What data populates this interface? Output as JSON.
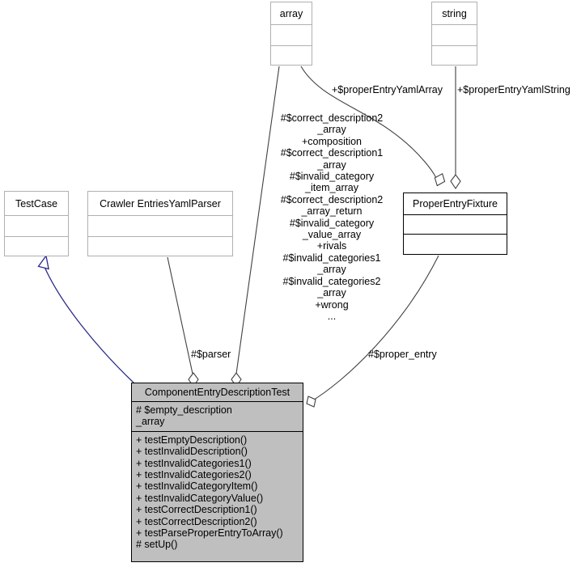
{
  "diagram": {
    "kind": "uml-class-diagram",
    "title": "ComponentEntryDescriptionTest collaboration diagram",
    "colors": {
      "background": "#ffffff",
      "current_class_fill": "#bfbfbf",
      "external_border": "#b0b0b0",
      "node_border": "#000000",
      "inheritance_edge": "#2a2a8c",
      "association_edge": "#404040",
      "text": "#000000"
    }
  },
  "classes": {
    "array": {
      "name": "array",
      "style": "external",
      "compartments": [
        "",
        ""
      ]
    },
    "string": {
      "name": "string",
      "style": "external",
      "compartments": [
        "",
        ""
      ]
    },
    "testcase": {
      "name": "TestCase",
      "style": "external",
      "compartments": [
        "",
        ""
      ]
    },
    "parser": {
      "name": "Crawler EntriesYamlParser",
      "style": "external",
      "compartments": [
        "",
        ""
      ]
    },
    "fixture": {
      "name": "ProperEntryFixture",
      "style": "node",
      "compartments": [
        "",
        ""
      ]
    },
    "current": {
      "name": "ComponentEntryDescriptionTest",
      "style": "current",
      "attributes": "# $empty_description\n_array",
      "operations": "+ testEmptyDescription()\n+ testInvalidDescription()\n+ testInvalidCategories1()\n+ testInvalidCategories2()\n+ testInvalidCategoryItem()\n+ testInvalidCategoryValue()\n+ testCorrectDescription1()\n+ testCorrectDescription2()\n+ testParseProperEntryToArray()\n# setUp()"
    }
  },
  "edge_labels": {
    "proper_entry_yaml_array": "+$properEntryYamlArray",
    "proper_entry_yaml_string": "+$properEntryYamlString",
    "array_to_current": "#$correct_description2\n_array\n+composition\n#$correct_description1\n_array\n#$invalid_category\n_item_array\n#$correct_description2\n_array_return\n#$invalid_category\n_value_array\n+rivals\n#$invalid_categories1\n_array\n#$invalid_categories2\n_array\n+wrong\n...",
    "parser": "#$parser",
    "proper_entry": "#$proper_entry"
  }
}
